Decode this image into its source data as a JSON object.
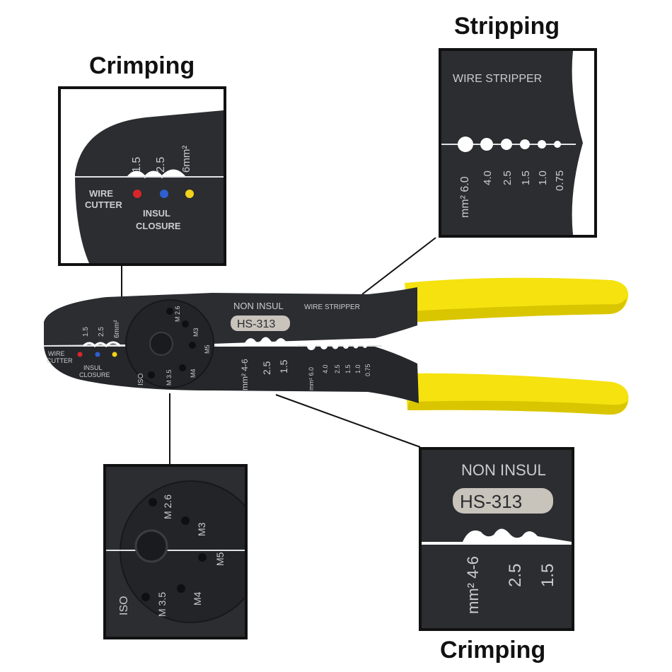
{
  "headings": {
    "crimping_left": "Crimping",
    "stripping": "Stripping",
    "crimping_bottom": "Crimping"
  },
  "tool": {
    "non_insul": "NON INSUL",
    "model": "HS-313",
    "wire_stripper": "WIRE STRIPPER",
    "wire_cutter_line1": "WIRE",
    "wire_cutter_line2": "CUTTER",
    "insul_line1": "INSUL",
    "insul_line2": "CLOSURE",
    "insul_sizes": [
      "1.5",
      "2.5",
      "6mm²"
    ],
    "noninsul_sizes": [
      "mm² 4-6",
      "2.5",
      "1.5"
    ],
    "strip_sizes": [
      "mm² 6.0",
      "4.0",
      "2.5",
      "1.5",
      "1.0",
      "0.75"
    ],
    "bolt_labels": [
      "M 2.6",
      "M3",
      "M5",
      "M4",
      "M 3.5"
    ],
    "iso": "ISO"
  },
  "colors": {
    "handle": "#f5e20f",
    "handle_shadow": "#d9c500",
    "body": "#2b2d31",
    "body_dark": "#1d1f22",
    "text": "#c9ccd0",
    "dot_red": "#d8262a",
    "dot_blue": "#2f5fd0",
    "dot_yellow": "#f3d21a",
    "plate": "#c8c3bb"
  }
}
